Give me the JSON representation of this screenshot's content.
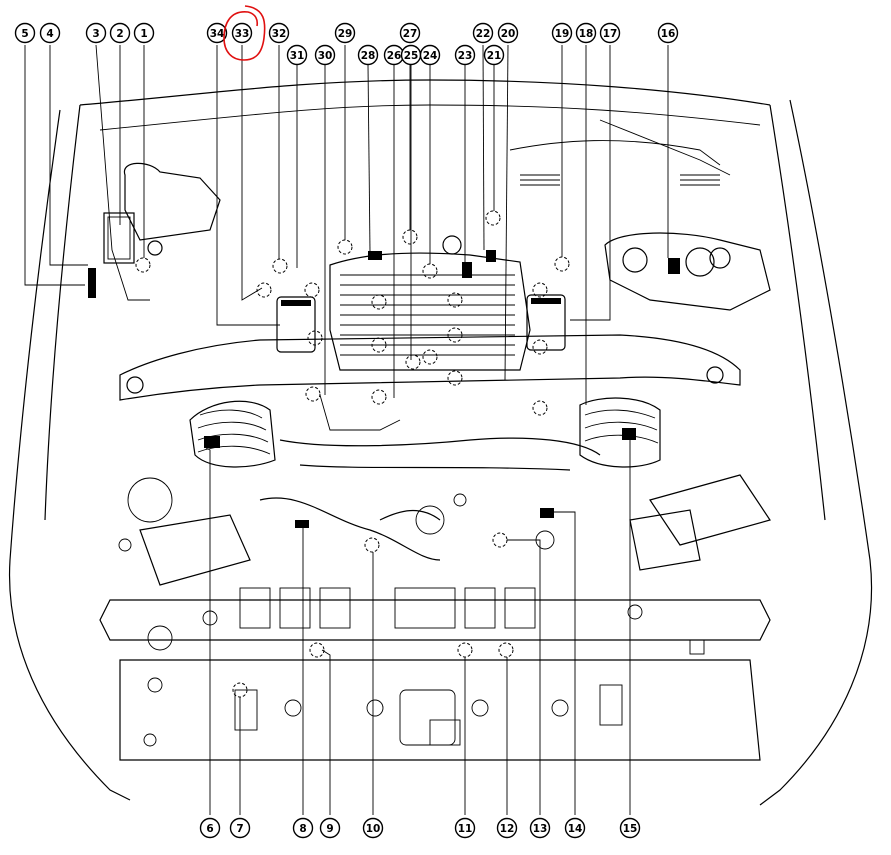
{
  "callouts_top": [
    "5",
    "4",
    "3",
    "2",
    "1",
    "34",
    "33",
    "32",
    "31",
    "30",
    "29",
    "28",
    "26",
    "27",
    "25",
    "24",
    "23",
    "22",
    "21",
    "20",
    "19",
    "18",
    "17",
    "16"
  ],
  "callouts_bottom": [
    "6",
    "7",
    "8",
    "9",
    "10",
    "11",
    "12",
    "13",
    "14",
    "15"
  ],
  "highlighted_callout": "33",
  "colors": {
    "ink": "#000000",
    "highlight": "#e01010",
    "paper": "#ffffff"
  }
}
